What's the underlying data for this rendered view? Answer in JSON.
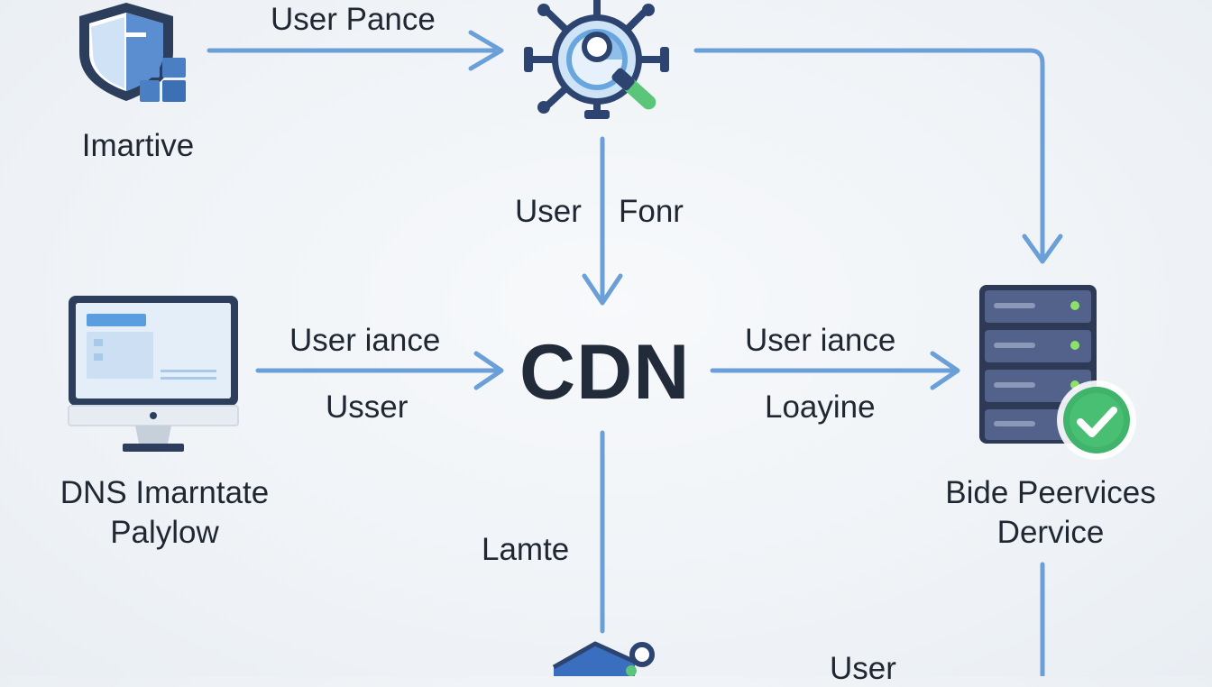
{
  "nodes": {
    "shield": {
      "label": "Imartive"
    },
    "gear": {
      "label": ""
    },
    "monitor": {
      "label_line1": "DNS Imarntate",
      "label_line2": "Palylow"
    },
    "cdn": {
      "label": "CDN"
    },
    "server": {
      "label_line1": "Bide Peervices",
      "label_line2": "Dervice"
    }
  },
  "edges": {
    "shield_to_gear": {
      "label": "User Pance"
    },
    "gear_to_cdn": {
      "label_left": "User",
      "label_right": "Fonr"
    },
    "monitor_to_cdn": {
      "label_top": "User iance",
      "label_bottom": "Usser"
    },
    "cdn_to_server": {
      "label_top": "User iance",
      "label_bottom": "Loayine"
    },
    "cdn_down": {
      "label": "Lamte"
    },
    "server_down": {
      "label": "User"
    }
  },
  "colors": {
    "arrow": "#6a9fd8",
    "arrow_dark": "#5b8fcb",
    "shield_dark": "#2d3e5c",
    "shield_light": "#8db7e4",
    "shield_blue": "#5a8ed0",
    "gear_dark": "#2d4470",
    "gear_blue": "#6aa6de",
    "magnifier_green": "#5bc57a",
    "server_body": "#4d5b7c",
    "server_dot": "#8de06a",
    "check_green": "#3fb46a",
    "text": "#1f2733"
  }
}
